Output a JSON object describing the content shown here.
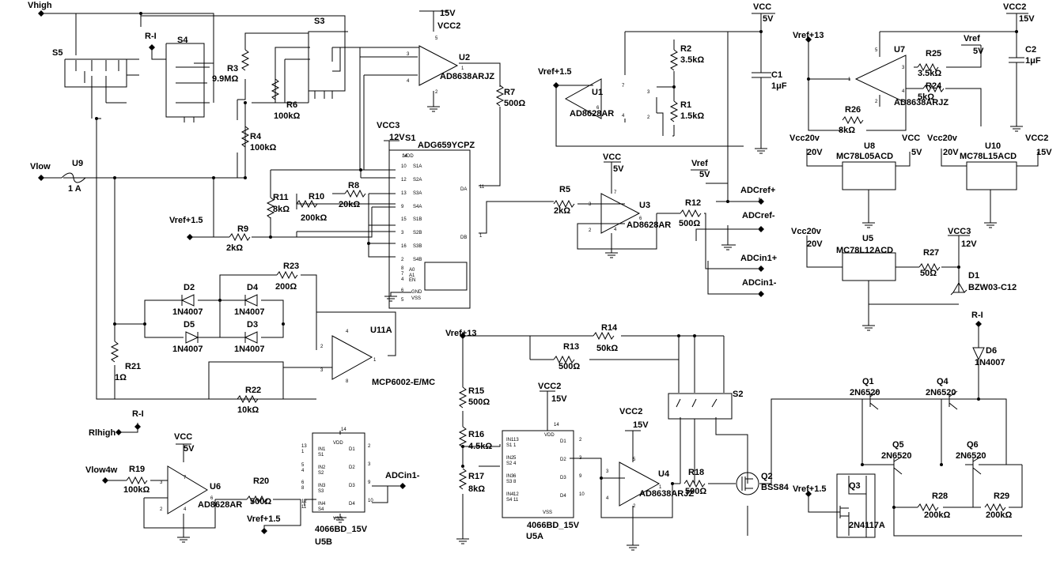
{
  "labels": [
    {
      "key": "vhigh",
      "text": "Vhigh",
      "bold": true
    },
    {
      "key": "vlow",
      "text": "Vlow",
      "bold": true
    },
    {
      "key": "rlhigh",
      "text": "Rlhigh",
      "bold": true
    },
    {
      "key": "vlow4w",
      "text": "Vlow4w",
      "bold": true
    },
    {
      "key": "ri_1",
      "text": "R-I",
      "bold": true
    },
    {
      "key": "ri_2",
      "text": "R-I",
      "bold": true
    },
    {
      "key": "ri_3",
      "text": "R-I",
      "bold": true
    },
    {
      "key": "s5",
      "text": "S5",
      "bold": true
    },
    {
      "key": "s4",
      "text": "S4",
      "bold": true
    },
    {
      "key": "s3",
      "text": "S3",
      "bold": true
    },
    {
      "key": "s2",
      "text": "S2",
      "bold": true
    },
    {
      "key": "s1",
      "text": "S1",
      "bold": true
    },
    {
      "key": "s1_part",
      "text": "ADG659YCPZ",
      "bold": true
    },
    {
      "key": "r3",
      "text": "R3",
      "bold": true
    },
    {
      "key": "r3_val",
      "text": "9.9MΩ",
      "bold": true
    },
    {
      "key": "r6",
      "text": "R6",
      "bold": true
    },
    {
      "key": "r6_val",
      "text": "100kΩ",
      "bold": true
    },
    {
      "key": "r4",
      "text": "R4",
      "bold": true
    },
    {
      "key": "r4_val",
      "text": "100kΩ",
      "bold": true
    },
    {
      "key": "u2",
      "text": "U2",
      "bold": true
    },
    {
      "key": "u2_part",
      "text": "AD8638ARJZ",
      "bold": true
    },
    {
      "key": "u2_vs",
      "text": "15V",
      "bold": true
    },
    {
      "key": "u2_vcc",
      "text": "VCC2",
      "bold": true
    },
    {
      "key": "r7",
      "text": "R7",
      "bold": true
    },
    {
      "key": "r7_val",
      "text": "500Ω",
      "bold": true
    },
    {
      "key": "u9",
      "text": "U9",
      "bold": true
    },
    {
      "key": "u9_val",
      "text": "1 A",
      "bold": true
    },
    {
      "key": "vcc3_s1",
      "text": "VCC3",
      "bold": true
    },
    {
      "key": "vcc3_s1_v",
      "text": "12V",
      "bold": true
    },
    {
      "key": "r8",
      "text": "R8",
      "bold": true
    },
    {
      "key": "r8_val",
      "text": "20kΩ",
      "bold": true
    },
    {
      "key": "r10",
      "text": "R10",
      "bold": true
    },
    {
      "key": "r10_val",
      "text": "200kΩ",
      "bold": true
    },
    {
      "key": "r11",
      "text": "R11",
      "bold": true
    },
    {
      "key": "r11_val",
      "text": "8kΩ",
      "bold": true
    },
    {
      "key": "vref15_a",
      "text": "Vref+1.5",
      "bold": true
    },
    {
      "key": "r9",
      "text": "R9",
      "bold": true
    },
    {
      "key": "r9_val",
      "text": "2kΩ",
      "bold": true
    },
    {
      "key": "r23",
      "text": "R23",
      "bold": true
    },
    {
      "key": "r23_val",
      "text": "200Ω",
      "bold": true
    },
    {
      "key": "d2",
      "text": "D2",
      "bold": true
    },
    {
      "key": "d2_part",
      "text": "1N4007",
      "bold": true
    },
    {
      "key": "d4",
      "text": "D4",
      "bold": true
    },
    {
      "key": "d4_part",
      "text": "1N4007",
      "bold": true
    },
    {
      "key": "d5",
      "text": "D5",
      "bold": true
    },
    {
      "key": "d5_part",
      "text": "1N4007",
      "bold": true
    },
    {
      "key": "d3",
      "text": "D3",
      "bold": true
    },
    {
      "key": "d3_part",
      "text": "1N4007",
      "bold": true
    },
    {
      "key": "u11",
      "text": "U11A",
      "bold": true
    },
    {
      "key": "u11_part",
      "text": "MCP6002-E/MC",
      "bold": true
    },
    {
      "key": "r21",
      "text": "R21",
      "bold": true
    },
    {
      "key": "r21_val",
      "text": "1Ω",
      "bold": true
    },
    {
      "key": "r22",
      "text": "R22",
      "bold": true
    },
    {
      "key": "r22_val",
      "text": "10kΩ",
      "bold": true
    },
    {
      "key": "vcc_u6",
      "text": "VCC",
      "bold": true
    },
    {
      "key": "vcc_u6_v",
      "text": "5V",
      "bold": true
    },
    {
      "key": "r19",
      "text": "R19",
      "bold": true
    },
    {
      "key": "r19_val",
      "text": "100kΩ",
      "bold": true
    },
    {
      "key": "u6",
      "text": "U6",
      "bold": true
    },
    {
      "key": "u6_part",
      "text": "AD8628AR",
      "bold": true
    },
    {
      "key": "r20",
      "text": "R20",
      "bold": true
    },
    {
      "key": "r20_val",
      "text": "500Ω",
      "bold": true
    },
    {
      "key": "vref15_b",
      "text": "Vref+1.5",
      "bold": true
    },
    {
      "key": "u5b_part",
      "text": "4066BD_15V",
      "bold": true
    },
    {
      "key": "u5b",
      "text": "U5B",
      "bold": true
    },
    {
      "key": "adcin1m_b",
      "text": "ADCin1-",
      "bold": true
    },
    {
      "key": "vref15_c",
      "text": "Vref+1.5",
      "bold": true
    },
    {
      "key": "u1",
      "text": "U1",
      "bold": true
    },
    {
      "key": "u1_part",
      "text": "AD8628AR",
      "bold": true
    },
    {
      "key": "r2",
      "text": "R2",
      "bold": true
    },
    {
      "key": "r2_val",
      "text": "3.5kΩ",
      "bold": true
    },
    {
      "key": "r1",
      "text": "R1",
      "bold": true
    },
    {
      "key": "r1_val",
      "text": "1.5kΩ",
      "bold": true
    },
    {
      "key": "vcc_top",
      "text": "VCC",
      "bold": true
    },
    {
      "key": "vcc_top_v",
      "text": "5V",
      "bold": true
    },
    {
      "key": "c1",
      "text": "C1",
      "bold": true
    },
    {
      "key": "c1_val",
      "text": "1μF",
      "bold": true
    },
    {
      "key": "vcc_u3",
      "text": "VCC",
      "bold": true
    },
    {
      "key": "vcc_u3_v",
      "text": "5V",
      "bold": true
    },
    {
      "key": "r5",
      "text": "R5",
      "bold": true
    },
    {
      "key": "r5_val",
      "text": "2kΩ",
      "bold": true
    },
    {
      "key": "u3",
      "text": "U3",
      "bold": true
    },
    {
      "key": "u3_part",
      "text": "AD8628AR",
      "bold": true
    },
    {
      "key": "r12",
      "text": "R12",
      "bold": true
    },
    {
      "key": "r12_val",
      "text": "500Ω",
      "bold": true
    },
    {
      "key": "vref_r12",
      "text": "Vref",
      "bold": true
    },
    {
      "key": "vref_r12_v",
      "text": "5V",
      "bold": true
    },
    {
      "key": "adcrefp",
      "text": "ADCref+",
      "bold": true
    },
    {
      "key": "adcrefm",
      "text": "ADCref-",
      "bold": true
    },
    {
      "key": "adcin1p",
      "text": "ADCin1+",
      "bold": true
    },
    {
      "key": "adcin1m",
      "text": "ADCin1-",
      "bold": true
    },
    {
      "key": "vref13_top",
      "text": "Vref+13",
      "bold": true
    },
    {
      "key": "u7",
      "text": "U7",
      "bold": true
    },
    {
      "key": "u7_part",
      "text": "AD8638ARJZ",
      "bold": true
    },
    {
      "key": "r25",
      "text": "R25",
      "bold": true
    },
    {
      "key": "r25_val",
      "text": "3.5kΩ",
      "bold": true
    },
    {
      "key": "r24",
      "text": "R24",
      "bold": true
    },
    {
      "key": "r24_val",
      "text": "5kΩ",
      "bold": true
    },
    {
      "key": "r26",
      "text": "R26",
      "bold": true
    },
    {
      "key": "r26_val",
      "text": "8kΩ",
      "bold": true
    },
    {
      "key": "vref_u7",
      "text": "Vref",
      "bold": true
    },
    {
      "key": "vref_u7_v",
      "text": "5V",
      "bold": true
    },
    {
      "key": "vcc2_top",
      "text": "VCC2",
      "bold": true
    },
    {
      "key": "vcc2_top_v",
      "text": "15V",
      "bold": true
    },
    {
      "key": "c2",
      "text": "C2",
      "bold": true
    },
    {
      "key": "c2_val",
      "text": "1μF",
      "bold": true
    },
    {
      "key": "vcc20_u8",
      "text": "Vcc20v",
      "bold": true
    },
    {
      "key": "vcc20_u8_v",
      "text": "20V",
      "bold": true
    },
    {
      "key": "u8",
      "text": "U8",
      "bold": true
    },
    {
      "key": "u8_part",
      "text": "MC78L05ACD",
      "bold": true
    },
    {
      "key": "vcc_u8",
      "text": "VCC",
      "bold": true
    },
    {
      "key": "vcc_u8_v",
      "text": "5V",
      "bold": true
    },
    {
      "key": "vcc20_u10",
      "text": "Vcc20v",
      "bold": true
    },
    {
      "key": "vcc20_u10_v",
      "text": "20V",
      "bold": true
    },
    {
      "key": "u10",
      "text": "U10",
      "bold": true
    },
    {
      "key": "u10_part",
      "text": "MC78L15ACD",
      "bold": true
    },
    {
      "key": "vcc2_u10",
      "text": "VCC2",
      "bold": true
    },
    {
      "key": "vcc2_u10_v",
      "text": "15V",
      "bold": true
    },
    {
      "key": "vcc20_u5",
      "text": "Vcc20v",
      "bold": true
    },
    {
      "key": "vcc20_u5_v",
      "text": "20V",
      "bold": true
    },
    {
      "key": "u5",
      "text": "U5",
      "bold": true
    },
    {
      "key": "u5_part",
      "text": "MC78L12ACD",
      "bold": true
    },
    {
      "key": "r27",
      "text": "R27",
      "bold": true
    },
    {
      "key": "r27_val",
      "text": "50Ω",
      "bold": true
    },
    {
      "key": "vcc3_u5",
      "text": "VCC3",
      "bold": true
    },
    {
      "key": "vcc3_u5_v",
      "text": "12V",
      "bold": true
    },
    {
      "key": "d1",
      "text": "D1",
      "bold": true
    },
    {
      "key": "d1_part",
      "text": "BZW03-C12",
      "bold": true
    },
    {
      "key": "vref13_mid",
      "text": "Vref+13",
      "bold": true
    },
    {
      "key": "r14",
      "text": "R14",
      "bold": true
    },
    {
      "key": "r14_val",
      "text": "50kΩ",
      "bold": true
    },
    {
      "key": "r13",
      "text": "R13",
      "bold": true
    },
    {
      "key": "r13_val",
      "text": "500Ω",
      "bold": true
    },
    {
      "key": "r15",
      "text": "R15",
      "bold": true
    },
    {
      "key": "r15_val",
      "text": "500Ω",
      "bold": true
    },
    {
      "key": "r16",
      "text": "R16",
      "bold": true
    },
    {
      "key": "r16_val",
      "text": "4.5kΩ",
      "bold": true
    },
    {
      "key": "r17",
      "text": "R17",
      "bold": true
    },
    {
      "key": "r17_val",
      "text": "8kΩ",
      "bold": true
    },
    {
      "key": "vcc2_u5a",
      "text": "VCC2",
      "bold": true
    },
    {
      "key": "vcc2_u5a_v",
      "text": "15V",
      "bold": true
    },
    {
      "key": "u5a_part",
      "text": "4066BD_15V",
      "bold": true
    },
    {
      "key": "u5a",
      "text": "U5A",
      "bold": true
    },
    {
      "key": "vcc2_u4",
      "text": "VCC2",
      "bold": true
    },
    {
      "key": "vcc2_u4_v",
      "text": "15V",
      "bold": true
    },
    {
      "key": "u4",
      "text": "U4",
      "bold": true
    },
    {
      "key": "u4_part",
      "text": "AD8638ARJZ",
      "bold": true
    },
    {
      "key": "r18",
      "text": "R18",
      "bold": true
    },
    {
      "key": "r18_val",
      "text": "500Ω",
      "bold": true
    },
    {
      "key": "q2",
      "text": "Q2",
      "bold": true
    },
    {
      "key": "q2_part",
      "text": "BSS84",
      "bold": true
    },
    {
      "key": "vref15_d",
      "text": "Vref+1.5",
      "bold": true
    },
    {
      "key": "q3",
      "text": "Q3",
      "bold": true
    },
    {
      "key": "q3_part",
      "text": "2N4117A",
      "bold": true
    },
    {
      "key": "q1",
      "text": "Q1",
      "bold": true
    },
    {
      "key": "q1_part",
      "text": "2N6520",
      "bold": true
    },
    {
      "key": "q4",
      "text": "Q4",
      "bold": true
    },
    {
      "key": "q4_part",
      "text": "2N6520",
      "bold": true
    },
    {
      "key": "q5",
      "text": "Q5",
      "bold": true
    },
    {
      "key": "q5_part",
      "text": "2N6520",
      "bold": true
    },
    {
      "key": "q6",
      "text": "Q6",
      "bold": true
    },
    {
      "key": "q6_part",
      "text": "2N6520",
      "bold": true
    },
    {
      "key": "r28",
      "text": "R28",
      "bold": true
    },
    {
      "key": "r28_val",
      "text": "200kΩ",
      "bold": true
    },
    {
      "key": "r29",
      "text": "R29",
      "bold": true
    },
    {
      "key": "r29_val",
      "text": "200kΩ",
      "bold": true
    },
    {
      "key": "d6",
      "text": "D6",
      "bold": true
    },
    {
      "key": "d6_part",
      "text": "1N4007",
      "bold": true
    }
  ],
  "small_labels": [
    {
      "key": "s1_vdd",
      "text": "VDD"
    },
    {
      "key": "s1_s1a",
      "text": "S1A"
    },
    {
      "key": "s1_s2a",
      "text": "S2A"
    },
    {
      "key": "s1_s3a",
      "text": "S3A"
    },
    {
      "key": "s1_s4a",
      "text": "S4A"
    },
    {
      "key": "s1_s1b",
      "text": "S1B"
    },
    {
      "key": "s1_s2b",
      "text": "S2B"
    },
    {
      "key": "s1_s3b",
      "text": "S3B"
    },
    {
      "key": "s1_s4b",
      "text": "S4B"
    },
    {
      "key": "s1_da",
      "text": "DA"
    },
    {
      "key": "s1_db",
      "text": "DB"
    },
    {
      "key": "s1_a0",
      "text": "A0"
    },
    {
      "key": "s1_a1",
      "text": "A1"
    },
    {
      "key": "s1_en",
      "text": "EN"
    },
    {
      "key": "s1_gnd",
      "text": "GND"
    },
    {
      "key": "s1_vss",
      "text": "VSS"
    },
    {
      "key": "s1_p14",
      "text": "14"
    },
    {
      "key": "s1_p10",
      "text": "10"
    },
    {
      "key": "s1_p12",
      "text": "12"
    },
    {
      "key": "s1_p13",
      "text": "13"
    },
    {
      "key": "s1_p9",
      "text": "9"
    },
    {
      "key": "s1_p15",
      "text": "15"
    },
    {
      "key": "s1_p3",
      "text": "3"
    },
    {
      "key": "s1_p16",
      "text": "16"
    },
    {
      "key": "s1_p2",
      "text": "2"
    },
    {
      "key": "s1_p11",
      "text": "11"
    },
    {
      "key": "s1_p1",
      "text": "1"
    },
    {
      "key": "s1_p8",
      "text": "8"
    },
    {
      "key": "s1_p7",
      "text": "7"
    },
    {
      "key": "s1_p4",
      "text": "4"
    },
    {
      "key": "s1_p6",
      "text": "6"
    },
    {
      "key": "s1_p5",
      "text": "5"
    },
    {
      "key": "u5b_vdd",
      "text": "VDD"
    },
    {
      "key": "u5b_in1",
      "text": "IN1"
    },
    {
      "key": "u5b_s1",
      "text": "S1"
    },
    {
      "key": "u5b_in2",
      "text": "IN2"
    },
    {
      "key": "u5b_s2",
      "text": "S2"
    },
    {
      "key": "u5b_in3",
      "text": "IN3"
    },
    {
      "key": "u5b_s3",
      "text": "S3"
    },
    {
      "key": "u5b_in4",
      "text": "IN4"
    },
    {
      "key": "u5b_s4",
      "text": "S4"
    },
    {
      "key": "u5b_d1",
      "text": "D1"
    },
    {
      "key": "u5b_d2",
      "text": "D2"
    },
    {
      "key": "u5b_d3",
      "text": "D3"
    },
    {
      "key": "u5b_d4",
      "text": "D4"
    },
    {
      "key": "u5b_vss",
      "text": "VSS"
    },
    {
      "key": "u5b_p14",
      "text": "14"
    },
    {
      "key": "u5b_p13",
      "text": "13"
    },
    {
      "key": "u5b_p1",
      "text": "1"
    },
    {
      "key": "u5b_p5",
      "text": "5"
    },
    {
      "key": "u5b_p4",
      "text": "4"
    },
    {
      "key": "u5b_p6",
      "text": "6"
    },
    {
      "key": "u5b_p8",
      "text": "8"
    },
    {
      "key": "u5b_p12",
      "text": "12"
    },
    {
      "key": "u5b_p11",
      "text": "11"
    },
    {
      "key": "u5b_p2",
      "text": "2"
    },
    {
      "key": "u5b_p3",
      "text": "3"
    },
    {
      "key": "u5b_p9",
      "text": "9"
    },
    {
      "key": "u5b_p10",
      "text": "10"
    },
    {
      "key": "u5a_vdd",
      "text": "VDD"
    },
    {
      "key": "u5a_in1",
      "text": "IN1"
    },
    {
      "key": "u5a_s1",
      "text": "S1"
    },
    {
      "key": "u5a_in2",
      "text": "IN2"
    },
    {
      "key": "u5a_s2",
      "text": "S2"
    },
    {
      "key": "u5a_in3",
      "text": "IN3"
    },
    {
      "key": "u5a_s3",
      "text": "S3"
    },
    {
      "key": "u5a_in4",
      "text": "IN4"
    },
    {
      "key": "u5a_s4",
      "text": "S4"
    },
    {
      "key": "u5a_d1",
      "text": "D1"
    },
    {
      "key": "u5a_d2",
      "text": "D2"
    },
    {
      "key": "u5a_d3",
      "text": "D3"
    },
    {
      "key": "u5a_d4",
      "text": "D4"
    },
    {
      "key": "u5a_vss",
      "text": "VSS"
    },
    {
      "key": "u5a_p14",
      "text": "14"
    },
    {
      "key": "u5a_p13",
      "text": "13"
    },
    {
      "key": "u5a_p1",
      "text": "1"
    },
    {
      "key": "u5a_p5",
      "text": "5"
    },
    {
      "key": "u5a_p4",
      "text": "4"
    },
    {
      "key": "u5a_p6",
      "text": "6"
    },
    {
      "key": "u5a_p8",
      "text": "8"
    },
    {
      "key": "u5a_p12",
      "text": "12"
    },
    {
      "key": "u5a_p11",
      "text": "11"
    },
    {
      "key": "u5a_p2",
      "text": "2"
    },
    {
      "key": "u5a_p3",
      "text": "3"
    },
    {
      "key": "u5a_p9",
      "text": "9"
    },
    {
      "key": "u5a_p10",
      "text": "10"
    },
    {
      "key": "u2_p3",
      "text": "3"
    },
    {
      "key": "u2_p4",
      "text": "4"
    },
    {
      "key": "u2_p5",
      "text": "5"
    },
    {
      "key": "u2_p1",
      "text": "1"
    },
    {
      "key": "u2_p2",
      "text": "2"
    },
    {
      "key": "u1_p6",
      "text": "6"
    },
    {
      "key": "u1_p7",
      "text": "7"
    },
    {
      "key": "u1_p3",
      "text": "3"
    },
    {
      "key": "u1_p2",
      "text": "2"
    },
    {
      "key": "u1_p4",
      "text": "4"
    },
    {
      "key": "u3_p3",
      "text": "3"
    },
    {
      "key": "u3_p2",
      "text": "2"
    },
    {
      "key": "u3_p6",
      "text": "6"
    },
    {
      "key": "u3_p7",
      "text": "7"
    },
    {
      "key": "u3_p4",
      "text": "4"
    },
    {
      "key": "u7_p5",
      "text": "5"
    },
    {
      "key": "u7_p3",
      "text": "3"
    },
    {
      "key": "u7_p1",
      "text": "1"
    },
    {
      "key": "u7_p4",
      "text": "4"
    },
    {
      "key": "u7_p2",
      "text": "2"
    },
    {
      "key": "u11_p4",
      "text": "4"
    },
    {
      "key": "u11_p2",
      "text": "2"
    },
    {
      "key": "u11_p3",
      "text": "3"
    },
    {
      "key": "u11_p1",
      "text": "1"
    },
    {
      "key": "u11_p8",
      "text": "8"
    },
    {
      "key": "u6_p3",
      "text": "3"
    },
    {
      "key": "u6_p2",
      "text": "2"
    },
    {
      "key": "u6_p7",
      "text": "7"
    },
    {
      "key": "u6_p6",
      "text": "6"
    },
    {
      "key": "u6_p4",
      "text": "4"
    },
    {
      "key": "u4_p3",
      "text": "3"
    },
    {
      "key": "u4_p4",
      "text": "4"
    },
    {
      "key": "u4_p5",
      "text": "5"
    },
    {
      "key": "u4_p1",
      "text": "1"
    },
    {
      "key": "u4_p2",
      "text": "2"
    }
  ]
}
